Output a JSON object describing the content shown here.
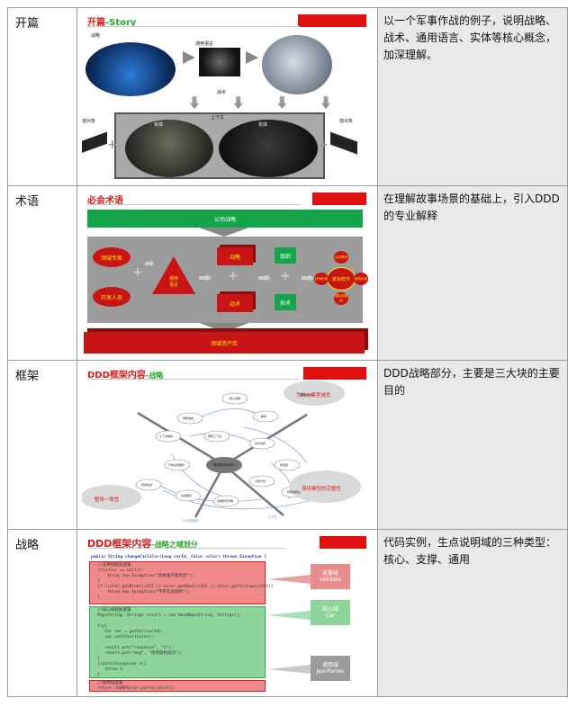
{
  "rows": [
    {
      "label": "开篇",
      "description": "以一个军事作战的例子，说明战略、战术、通用语言、实体等核心概念，加深理解。",
      "slide": {
        "title": "开篇",
        "title_suffix": "-Story",
        "labels": [
          "战略",
          "通用语言",
          "战术",
          "值对象",
          "上下文",
          "实体",
          "实体",
          "值对象"
        ]
      }
    },
    {
      "label": "术语",
      "description": "在理解故事场景的基础上，引入DDD的专业解释",
      "slide": {
        "title": "必会术语",
        "top_bar": "公司战略",
        "bottom_bar": "领域资产库",
        "left_items": [
          "领域专家",
          "开发人员"
        ],
        "triangle": "通用\n语言",
        "mid_items": [
          "战略",
          "战术"
        ],
        "green_items": [
          "组织",
          "技术"
        ],
        "hub": "复杂软件",
        "hub_satellites": [
          "业务需求",
          "架构约束",
          "团队和角色",
          "技术约束"
        ]
      }
    },
    {
      "label": "框架",
      "description": "DDD战略部分，主要是三大块的主要目的",
      "slide": {
        "title": "DDD框架内容",
        "title_suffix": "-战略",
        "callouts": [
          "为核心模型减负",
          "整体一致性",
          "保持模型的完整性"
        ],
        "center_label": "模型驱动的设计",
        "axis_labels": [
          "大比例结构",
          "上下文"
        ],
        "nodes": [
          "通用语言",
          "核心领域",
          "精炼",
          "上下文映射",
          "限界上下文",
          "共享内核",
          "防腐层",
          "开放主机服务",
          "分离方式",
          "持续集成",
          "演进顺序",
          "领域愿景声明",
          "隔离的核心",
          "突出的核心"
        ]
      }
    },
    {
      "label": "战略",
      "description": "代码实例，生点说明域的三种类型：核心、支撑、通用",
      "slide": {
        "title": "DDD框架内容",
        "title_suffix": "-战略之域划分",
        "signature": "public String changeCarColor(Long carId, Color color) throws Exception {",
        "code_support": "  //支撑域相关逻辑\n  if(color == null){\n      throw new Exception(\"颜色值不能为空\");\n  }\n  if (color.getBlue()<255 || color.getRed()<255 || color.getYellow()<255){\n      throw new Exception(\"不存在此颜色\");\n  }",
        "code_core": "  //核心域相关逻辑\n  Map<String, String> result = new HashMap<String, String>();\n\n  try{\n     Car car = getCar(carId);\n     car.setColor(color);\n\n     result.put(\"response\", \"1\");\n     result.put(\"msg\", \"修改颜色成功\");\n  }\n  }catch(Exception e){\n     throw e;\n  }",
        "code_generic": "  //通用域逻辑\n  return JSONParser.parse(result);",
        "tags": [
          {
            "title": "支撑域",
            "sub": "Validate"
          },
          {
            "title": "核心域",
            "sub": "Car"
          },
          {
            "title": "通用域",
            "sub": "JsonParser"
          }
        ]
      }
    }
  ]
}
